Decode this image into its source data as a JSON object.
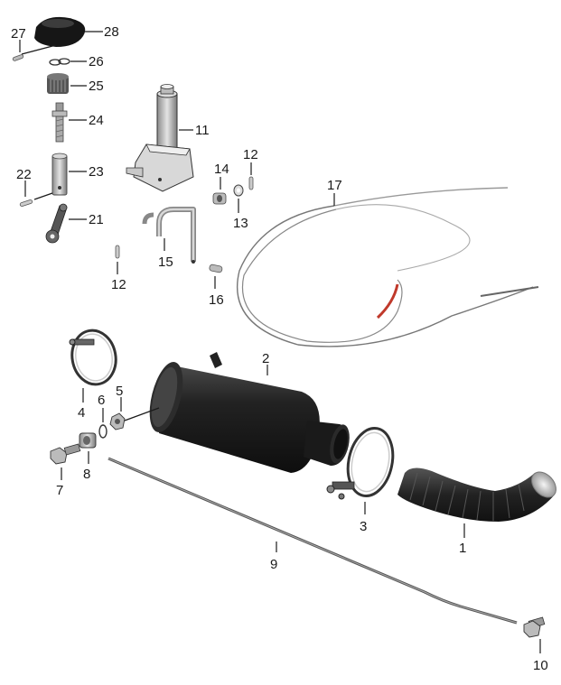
{
  "diagram": {
    "part_labels": {
      "p1": "1",
      "p2": "2",
      "p3": "3",
      "p4": "4",
      "p5": "5",
      "p6": "6",
      "p7": "7",
      "p8": "8",
      "p9": "9",
      "p10": "10",
      "p11": "11",
      "p12a": "12",
      "p12b": "12",
      "p13": "13",
      "p14": "14",
      "p15": "15",
      "p16": "16",
      "p17": "17",
      "p21": "21",
      "p22": "22",
      "p23": "23",
      "p24": "24",
      "p25": "25",
      "p26": "26",
      "p27": "27",
      "p28": "28"
    },
    "colors": {
      "body_black": "#1c1c1c",
      "hose_black": "#222222",
      "metal_grey": "#9a9a9a",
      "cable_red": "#c0392b",
      "ink": "#1a1a1a"
    }
  }
}
